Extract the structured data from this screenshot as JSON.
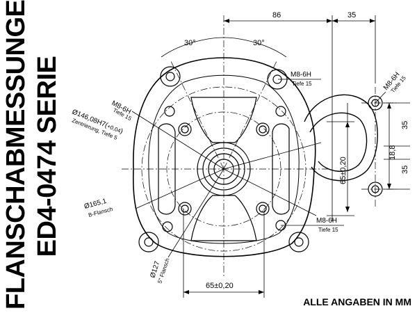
{
  "title": {
    "line1": "FLANSCHABMESSUNGEN",
    "line2": "ED4-0474 SERIE"
  },
  "footer": "ALLE ANGABEN IN MM",
  "dimensions": {
    "angle_left": "30°",
    "angle_right": "30°",
    "top_86": "86",
    "top_35": "35",
    "right_35_upper": "35",
    "right_18_8": "18,8",
    "right_35_lower": "35",
    "vertical_65": "65±0,20",
    "bottom_65": "65±0,20"
  },
  "labels": {
    "m8_top_right": "M8-6H",
    "m8_top_right_sub": "Tiefe 15",
    "m8_left": "M8-6H",
    "m8_left_sub": "Tiefe 15",
    "m8_far_right": "M8-6H",
    "m8_far_right_sub": "Tiefe 15",
    "m8_bottom": "M8-6H",
    "m8_bottom_sub": "Tiefe 15",
    "d146": "Ø146,08H7(",
    "d146_tol": "+0,04",
    "d146_close": ")",
    "d146_sub": "Zentrierung, Tiefe 5",
    "d165": "Ø165,1",
    "d165_sub": "B-Flansch",
    "d127": "Ø127",
    "d127_sub": "5\" Flansch"
  }
}
